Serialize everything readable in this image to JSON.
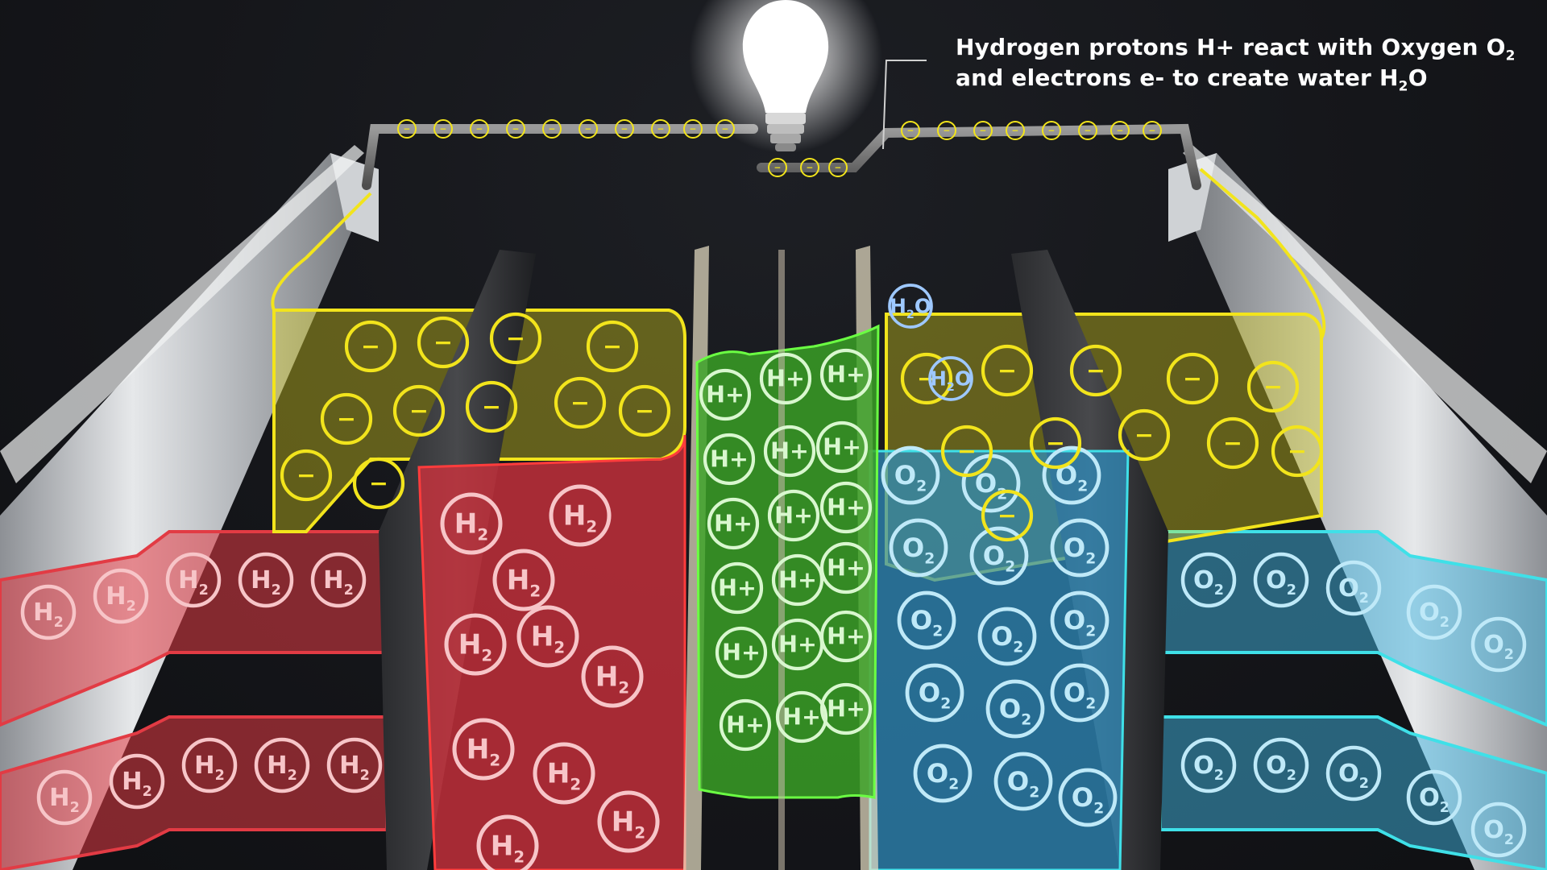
{
  "annotation": {
    "line1": {
      "pre": "Hydrogen protons H+ react with Oxygen O",
      "sub": "2"
    },
    "line2": {
      "pre": "and electrons e- to create water H",
      "sub": "2",
      "post": "O"
    }
  },
  "molecules": {
    "hydrogen": {
      "symbol": "H",
      "subscript": "2"
    },
    "oxygen": {
      "symbol": "O",
      "subscript": "2"
    },
    "proton": {
      "symbol": "H+"
    },
    "electron": {
      "symbol": "−"
    },
    "water": {
      "symbol": "H",
      "subscript": "2",
      "post": "O"
    }
  },
  "colors": {
    "hydrogen": "#e23b44",
    "oxygen": "#3fb4e0",
    "proton": "#4fc23a",
    "electron": "#f2e41c",
    "background": "#15161a"
  },
  "icons": [
    "light-bulb-icon"
  ]
}
